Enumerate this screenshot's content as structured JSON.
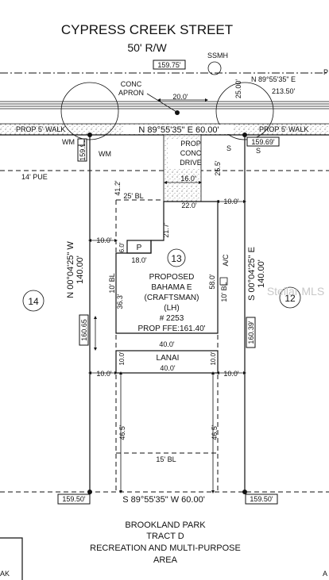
{
  "street": {
    "name": "CYPRESS CREEK STREET",
    "row": "50' R/W"
  },
  "labels": {
    "ssmh": "SSMH",
    "conc_apron": "CONC\nAPRON",
    "prop_walk_left": "PROP 5' WALK",
    "prop_walk_right": "PROP 5' WALK",
    "wm_left": "WM",
    "wm_right": "WM",
    "s_label": "S",
    "s_label_2": "S",
    "pue": "14' PUE",
    "prop_conc_drive": "PROP\nCONC\nDRIVE",
    "bl_25": "25' BL",
    "bl_10_left": "10' BL",
    "bl_10_right": "10' BL",
    "bl_15": "15' BL",
    "p_label": "P",
    "ac": "A/C",
    "lanai": "LANAI",
    "lot_number": "13",
    "lot_left": "14",
    "lot_right": "12",
    "house": [
      "PROPOSED",
      "BAHAMA E",
      "(CRAFTSMAN)",
      "(LH)",
      "# 2253",
      "PROP FFE:161.40'"
    ],
    "bottom_area": [
      "BROOKLAND PARK",
      "TRACT D",
      "RECREATION AND MULTI-PURPOSE",
      "AREA"
    ],
    "watermark": "Stellar MLS",
    "edge_right_top": "P",
    "edge_left_bottom": "AK",
    "edge_right_bottom": "A"
  },
  "bearings": {
    "top_front": "N 89°55'35\" E  60.00'",
    "top_right_line": "N 89°55'35\" E",
    "top_right_dist": "213.50'",
    "left_side": "N 00°04'25\" W",
    "left_dist": "140.00'",
    "right_side": "S 00°04'25\" E",
    "right_dist": "140.00'",
    "bottom": "S 89°55'35\" W  60.00'"
  },
  "elevations": {
    "top_center": "159.75'",
    "top_right": "159.69'",
    "left_mid": "160.65",
    "right_mid": "160.39'",
    "bottom_left": "159.50'",
    "bottom_right": "159.50'",
    "left_top": "159.95"
  },
  "dimensions": {
    "apron_20": "20.0'",
    "dist_25_0": "25.00'",
    "drive_16": "16.0'",
    "drive_25_5": "25.5'",
    "d_41_2": "41.2'",
    "d_22_0": "22.0'",
    "d_10_0_a": "10.0'",
    "d_21_7": "21.7'",
    "d_10_0_b": "10.0'",
    "d_6_0": "6.0'",
    "d_18_0": "18.0'",
    "d_36_3": "36.3'",
    "d_58_0": "58.0'",
    "d_40_0_a": "40.0'",
    "d_40_0_b": "40.0'",
    "d_10_0_c": "10.0'",
    "d_10_0_d": "10.0'",
    "d_10_0_e": "10.0'",
    "d_10_0_f": "10.0'",
    "d_46_5_a": "46.5'",
    "d_46_5_b": "46.5'"
  }
}
